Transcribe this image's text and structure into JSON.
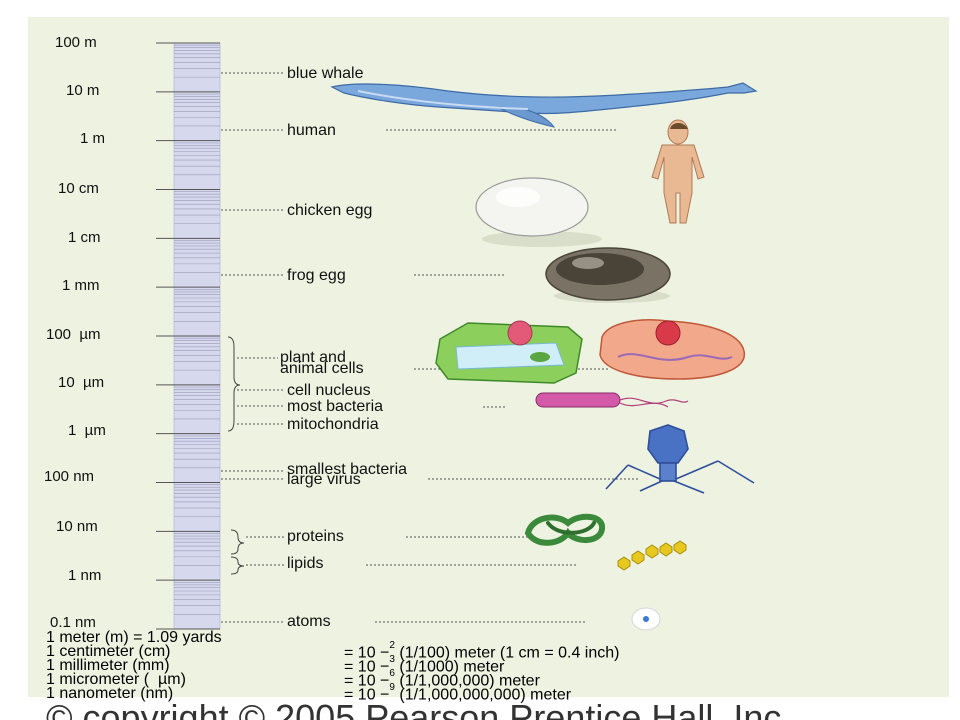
{
  "scale": {
    "ticks": [
      "100 m",
      "10 m",
      "1 m",
      "10 cm",
      "1 cm",
      "1 mm",
      "100  µm",
      "10  µm",
      "1  µm",
      "100 nm",
      "10 nm",
      "1 nm",
      "0.1 nm"
    ],
    "log_scale": true
  },
  "objects": [
    {
      "label": "blue whale",
      "icon": "whale-icon"
    },
    {
      "label": "human",
      "icon": "human-figure-icon"
    },
    {
      "label": "chicken egg",
      "icon": "chicken-egg-icon"
    },
    {
      "label": "frog egg",
      "icon": "frog-egg-icon"
    },
    {
      "label": "plant and",
      "label2": "animal cells",
      "icon": "cells-icon"
    },
    {
      "label": "cell nucleus",
      "icon": ""
    },
    {
      "label": "most bacteria",
      "icon": "bacterium-icon"
    },
    {
      "label": "mitochondria",
      "icon": ""
    },
    {
      "label": "smallest bacteria",
      "icon": ""
    },
    {
      "label": "large virus",
      "icon": "virus-icon"
    },
    {
      "label": "proteins",
      "icon": "protein-icon"
    },
    {
      "label": "lipids",
      "icon": "lipid-icon"
    },
    {
      "label": "atoms",
      "icon": "atom-icon"
    }
  ],
  "conversions": [
    {
      "unit": "1 meter (m) = 1.09 yards",
      "base": "",
      "exp": "",
      "rest": ""
    },
    {
      "unit": "1 centimeter (cm)",
      "base": "= 10 −",
      "exp": "2",
      "rest": " (1/100) meter (1 cm = 0.4 inch)"
    },
    {
      "unit": "1 millimeter (mm)",
      "base": "= 10 −",
      "exp": "3",
      "rest": " (1/1000) meter"
    },
    {
      "unit": "1 micrometer (  µm)",
      "base": "= 10 −",
      "exp": "6",
      "rest": " (1/1,000,000) meter"
    },
    {
      "unit": "1 nanometer (nm)",
      "base": "= 10 −",
      "exp": "9",
      "rest": " (1/1,000,000,000) meter"
    }
  ],
  "copyright": "© copyright © 2005 Pearson Prentice Hall, Inc.",
  "colors": {
    "background": "#eef3e1",
    "scale_bar": "#d4d6ec",
    "whale": "#6f9fd6",
    "plant_cell": "#6fbf47",
    "animal_cell": "#f08a6a",
    "virus": "#3f63b8",
    "protein": "#3b8a3b",
    "lipid": "#e0c61c"
  }
}
